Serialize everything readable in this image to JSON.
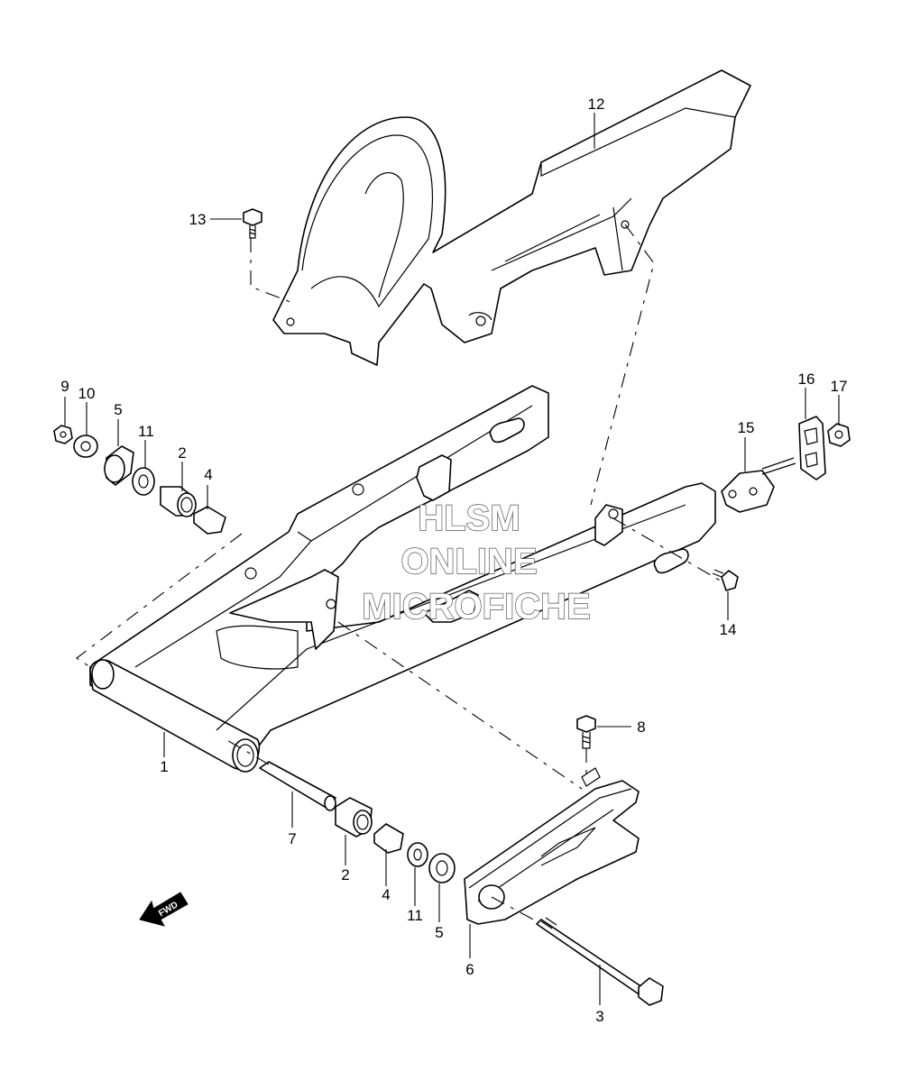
{
  "callouts": [
    {
      "id": "c1",
      "text": "1"
    },
    {
      "id": "c2a",
      "text": "2"
    },
    {
      "id": "c2b",
      "text": "2"
    },
    {
      "id": "c3",
      "text": "3"
    },
    {
      "id": "c4a",
      "text": "4"
    },
    {
      "id": "c4b",
      "text": "4"
    },
    {
      "id": "c5a",
      "text": "5"
    },
    {
      "id": "c5b",
      "text": "5"
    },
    {
      "id": "c6",
      "text": "6"
    },
    {
      "id": "c7",
      "text": "7"
    },
    {
      "id": "c8",
      "text": "8"
    },
    {
      "id": "c9",
      "text": "9"
    },
    {
      "id": "c10",
      "text": "10"
    },
    {
      "id": "c11a",
      "text": "11"
    },
    {
      "id": "c11b",
      "text": "11"
    },
    {
      "id": "c12",
      "text": "12"
    },
    {
      "id": "c13",
      "text": "13"
    },
    {
      "id": "c14",
      "text": "14"
    },
    {
      "id": "c15",
      "text": "15"
    },
    {
      "id": "c16",
      "text": "16"
    },
    {
      "id": "c17",
      "text": "17"
    }
  ],
  "watermark": {
    "line1": "HLSM",
    "line2": "ONLINE",
    "line3": "MICROFICHE"
  },
  "fwd_arrow": {
    "text": "FWD"
  }
}
